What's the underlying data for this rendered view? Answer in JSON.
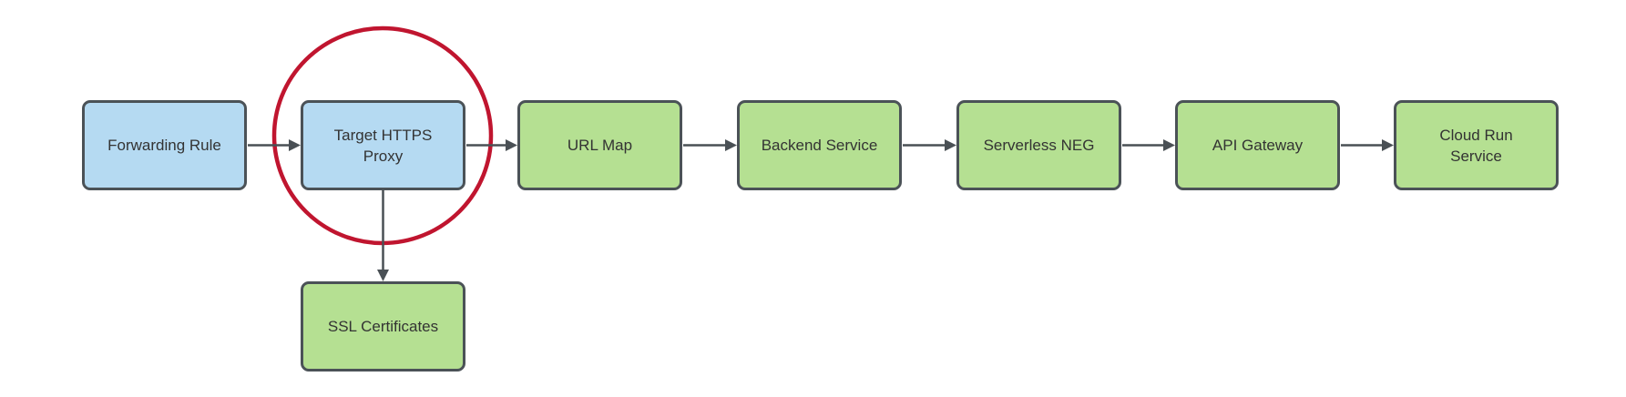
{
  "diagram": {
    "nodes": [
      {
        "name": "forwarding-rule",
        "label": "Forwarding Rule",
        "type": "blue",
        "highlighted": false
      },
      {
        "name": "target-https-proxy",
        "label": "Target HTTPS\nProxy",
        "type": "blue",
        "highlighted": true
      },
      {
        "name": "url-map",
        "label": "URL Map",
        "type": "green",
        "highlighted": false
      },
      {
        "name": "backend-service",
        "label": "Backend Service",
        "type": "green",
        "highlighted": false
      },
      {
        "name": "serverless-neg",
        "label": "Serverless NEG",
        "type": "green",
        "highlighted": false
      },
      {
        "name": "api-gateway",
        "label": "API Gateway",
        "type": "green",
        "highlighted": false
      },
      {
        "name": "cloud-run-service",
        "label": "Cloud Run\nService",
        "type": "green",
        "highlighted": false
      },
      {
        "name": "ssl-certificates",
        "label": "SSL Certificates",
        "type": "green",
        "highlighted": false
      }
    ],
    "edges": [
      {
        "from": "Forwarding Rule",
        "to": "Target HTTPS Proxy",
        "direction": "right"
      },
      {
        "from": "Target HTTPS Proxy",
        "to": "URL Map",
        "direction": "right"
      },
      {
        "from": "URL Map",
        "to": "Backend Service",
        "direction": "right"
      },
      {
        "from": "Backend Service",
        "to": "Serverless NEG",
        "direction": "right"
      },
      {
        "from": "Serverless NEG",
        "to": "API Gateway",
        "direction": "right"
      },
      {
        "from": "API Gateway",
        "to": "Cloud Run Service",
        "direction": "right"
      },
      {
        "from": "Target HTTPS Proxy",
        "to": "SSL Certificates",
        "direction": "down"
      }
    ],
    "annotation": {
      "shape": "ellipse",
      "around": "Target HTTPS Proxy"
    },
    "colors": {
      "blue_fill": "#b5daf2",
      "green_fill": "#b5e092",
      "node_border": "#4b5257",
      "arrow": "#4a5055",
      "highlight": "#c0152f",
      "text": "#333333",
      "background": "#ffffff"
    }
  }
}
